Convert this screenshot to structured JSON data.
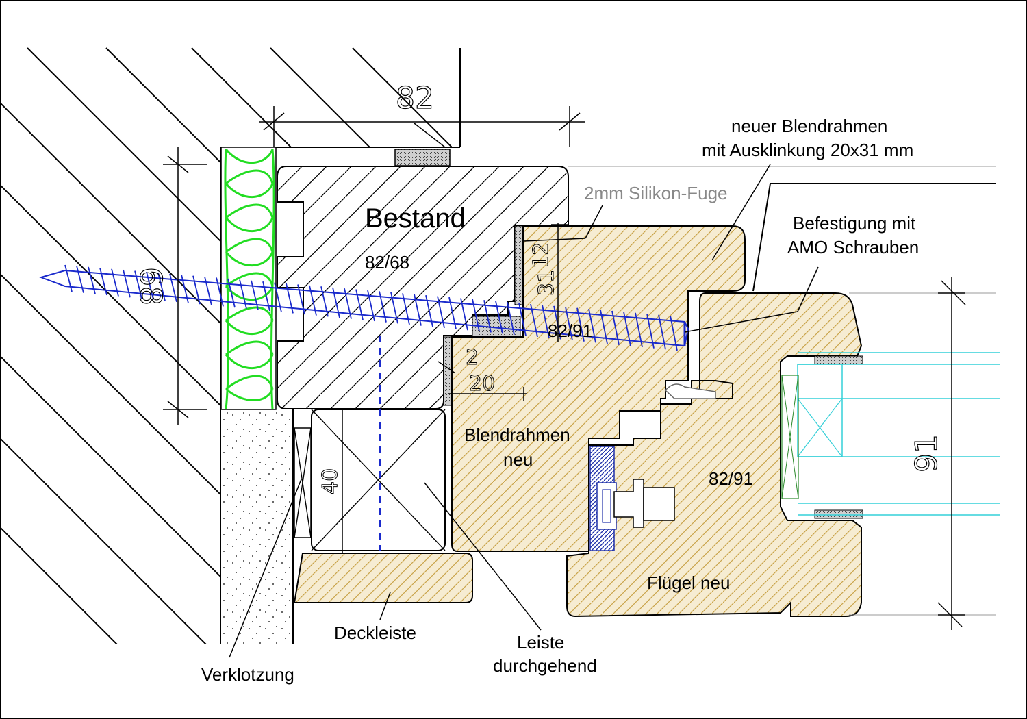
{
  "colors": {
    "wood_new_hatch": "#c9a44a",
    "wood_new_fill": "#f6ecd2",
    "insulation": "#22dd22",
    "screw": "#1a2acc",
    "glass": "#34d0d8",
    "seal_blue": "#2233aa",
    "gasket": "#888888",
    "silicone_text": "#888888"
  },
  "icons": {
    "screw": "screw-icon",
    "insulation": "insulation-icon",
    "fitting": "fitting-icon"
  },
  "labels": {
    "bestand": "Bestand",
    "bestand_size": "82/68",
    "blendrahmen_size": "82/91",
    "blendrahmen": "Blendrahmen",
    "blendrahmen_2": "neu",
    "fluegel_size": "82/91",
    "fluegel": "Flügel neu",
    "silikon": "2mm Silikon-Fuge",
    "neuer_blendrahmen_1": "neuer Blendrahmen",
    "neuer_blendrahmen_2": "mit Ausklinkung 20x31 mm",
    "befestigung_1": "Befestigung mit",
    "befestigung_2": "AMO Schrauben",
    "deckleiste": "Deckleiste",
    "leiste_1": "Leiste",
    "leiste_2": "durchgehend",
    "verklotzung": "Verklotzung"
  },
  "dimensions": {
    "d82": "82",
    "d68": "68",
    "d31": "31",
    "d12": "12",
    "d2": "2",
    "d20": "20",
    "d40": "40",
    "d91": "91"
  }
}
